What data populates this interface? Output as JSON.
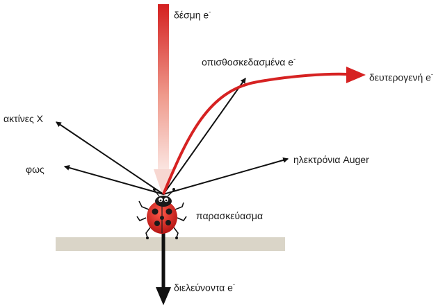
{
  "labels": {
    "beam": "δέσμη e",
    "backscattered": "οπισθοσκεδασμένα e",
    "secondary": "δευτερογενή e",
    "xrays": "ακτίνες Χ",
    "light": "φως",
    "auger": "ηλεκτρόνια Auger",
    "specimen": "παρασκεύασμα",
    "transmitted": "διελεύνοντα e"
  },
  "electron_superscript": "-",
  "colors": {
    "beam_top": "#d42020",
    "beam_bottom": "#fbe3df",
    "secondary_arrow": "#d62222",
    "arrows": "#111111",
    "substrate": "#dad5c8",
    "ladybug_body": "#d11f1f",
    "ladybug_spots": "#1a1a1a"
  },
  "icons": {
    "specimen": "ladybug-icon"
  }
}
